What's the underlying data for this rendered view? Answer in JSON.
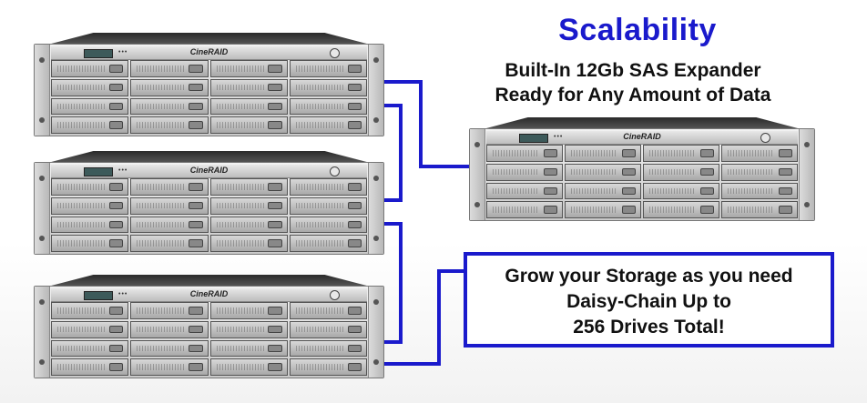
{
  "headline": "Scalability",
  "subheadline": {
    "line1": "Built-In 12Gb SAS Expander",
    "line2": "Ready for Any Amount of Data"
  },
  "callout": {
    "line1": "Grow your Storage as you need",
    "line2": "Daisy-Chain Up to",
    "line3": "256 Drives Total!"
  },
  "units": [
    {
      "logo": "CineRAID"
    },
    {
      "logo": "CineRAID"
    },
    {
      "logo": "CineRAID"
    },
    {
      "logo": "CineRAID"
    }
  ],
  "colors": {
    "accent_blue": "#1a1acc",
    "cable_blue": "#1a1acc",
    "text": "#111111"
  }
}
